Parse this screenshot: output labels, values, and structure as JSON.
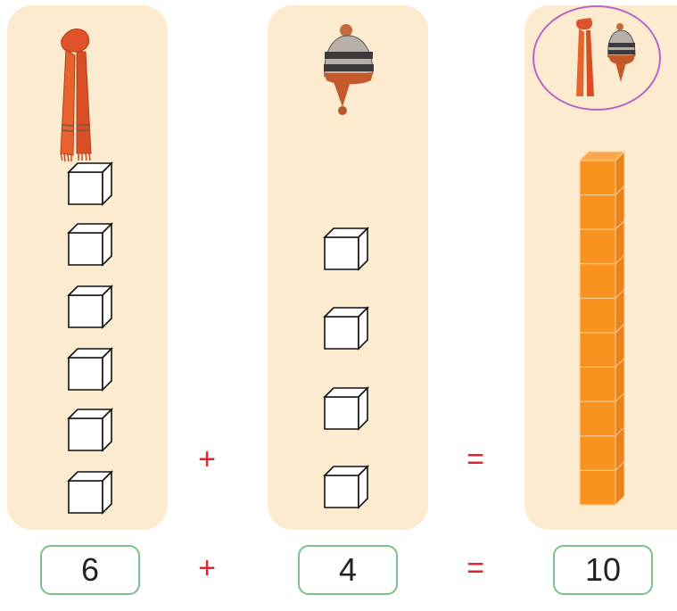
{
  "groups": [
    {
      "item_icon": "scarf-icon",
      "cube_count": 6
    },
    {
      "item_icon": "winter-hat-icon",
      "cube_count": 4
    },
    {
      "item_icon": "scarf-and-hat-icon",
      "rod_units": 10
    }
  ],
  "operators": {
    "plus": "+",
    "equals": "="
  },
  "equation": {
    "a": "6",
    "b": "4",
    "sum": "10"
  },
  "colors": {
    "panel": "#fdebd0",
    "operator": "#e8212b",
    "box_border": "#7cc08b",
    "rod": "#f7931e",
    "circle": "#b565c7"
  }
}
